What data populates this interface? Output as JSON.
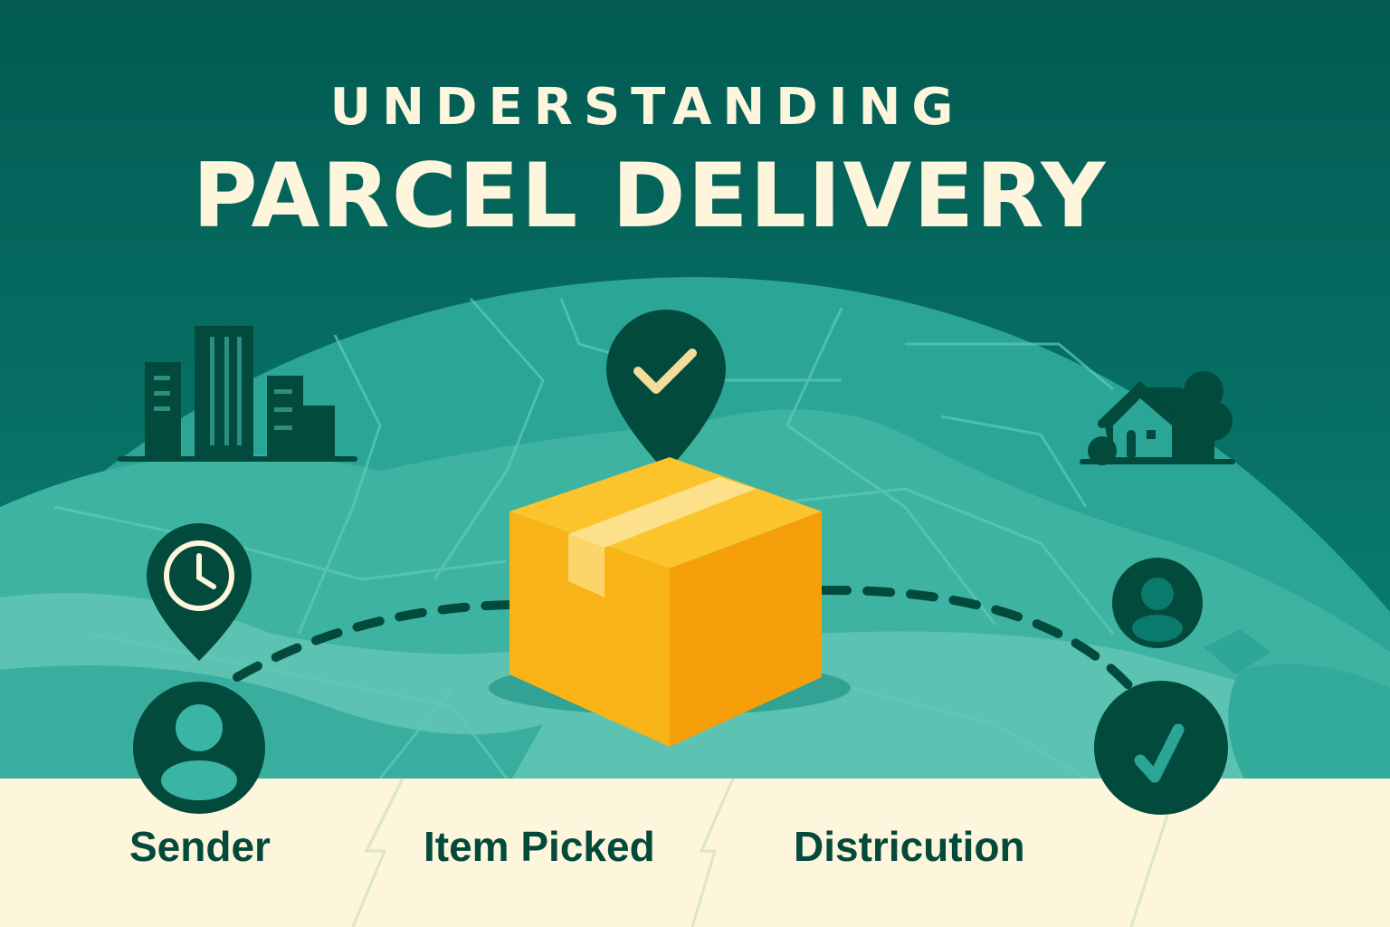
{
  "header": {
    "subtitle": "UNDERSTANDING",
    "title": "PARCEL DELIVERY"
  },
  "steps": [
    {
      "label": "Sender",
      "icon": "user-icon"
    },
    {
      "label": "Item Picked",
      "icon": "parcel-box-icon"
    },
    {
      "label": "Districution",
      "icon": "check-circle-icon"
    }
  ],
  "icons": [
    "office-building-icon",
    "house-icon",
    "clock-pin-icon",
    "check-pin-icon",
    "recipient-user-icon"
  ],
  "colors": {
    "background_dark": "#025a52",
    "globe": "#2aa596",
    "globe_light": "#5cc2b1",
    "icon_dark": "#024a3c",
    "cream": "#fdf6dd",
    "parcel": "#f8b317"
  }
}
